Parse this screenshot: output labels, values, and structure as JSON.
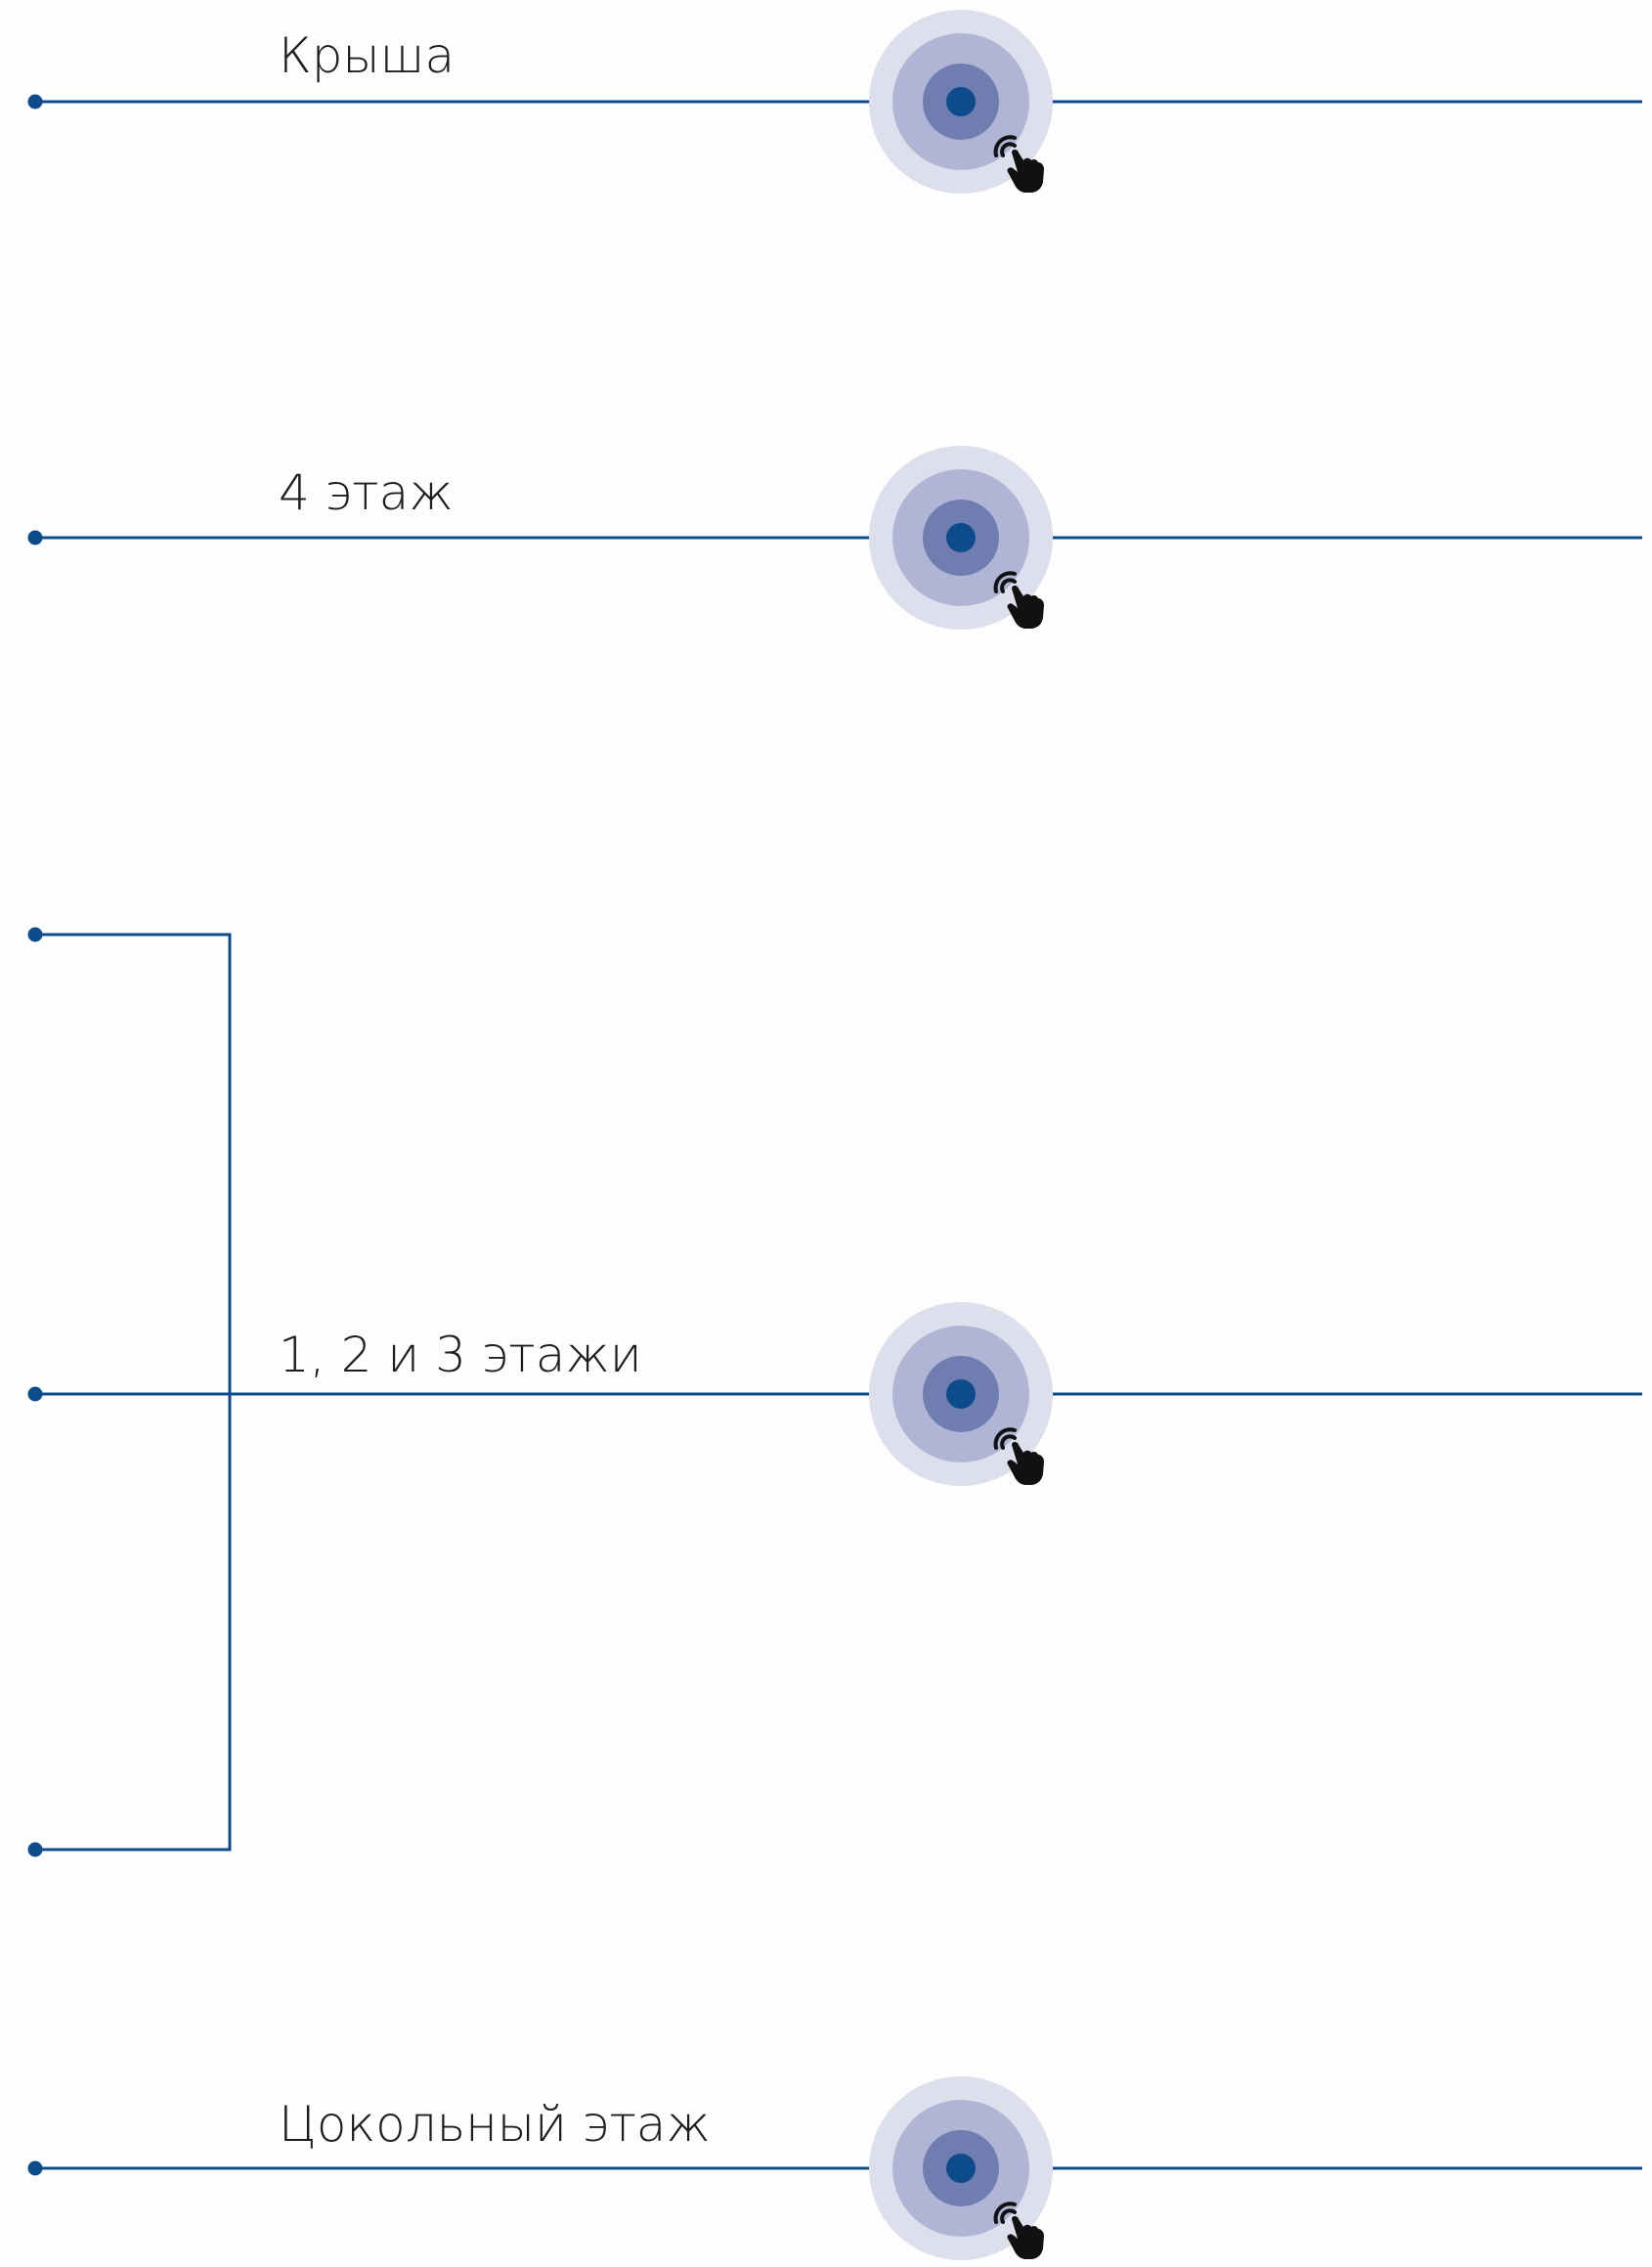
{
  "colors": {
    "line": "#0d4b8c",
    "halo_outer": "#dedfec",
    "halo_mid": "#b0b5d5",
    "halo_inner": "#6f7db0",
    "core": "#0d4b8c",
    "hand": "#111111",
    "label_text": "#1d1d1d"
  },
  "floors": [
    {
      "id": "roof",
      "label": "Крыша"
    },
    {
      "id": "floor-4",
      "label": "4 этаж"
    },
    {
      "id": "floors-1-3",
      "label": "1, 2 и 3 этажи"
    },
    {
      "id": "basement",
      "label": "Цокольный этаж"
    }
  ],
  "icons": {
    "hotspot": "touch-target-icon",
    "hand": "hand-tap-icon"
  }
}
